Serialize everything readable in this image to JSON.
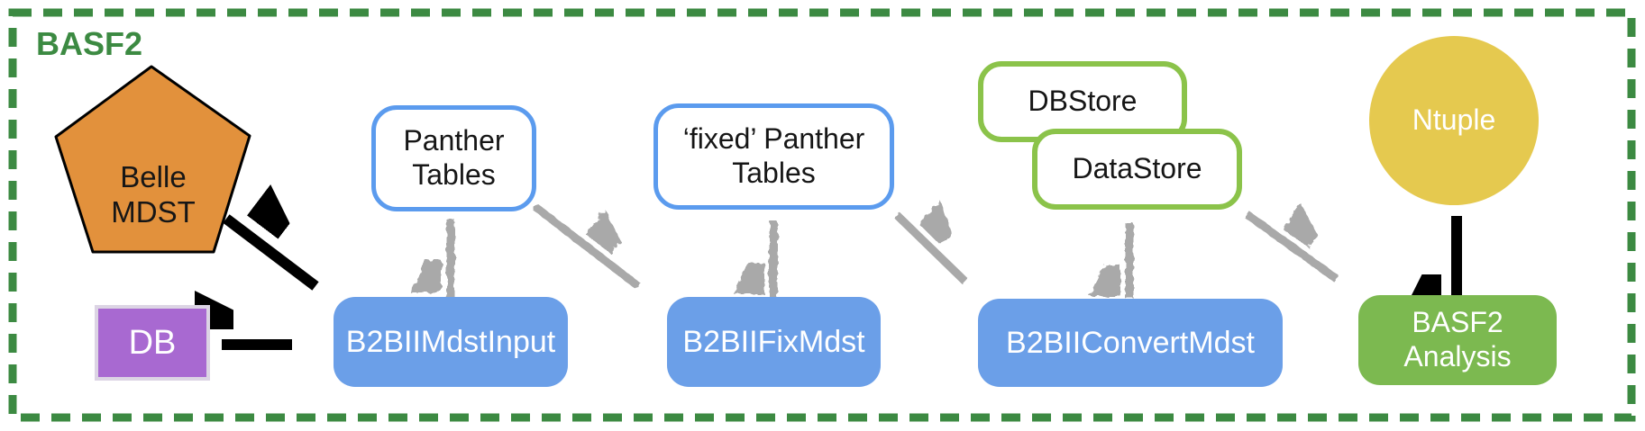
{
  "frame": {
    "label": "BASF2"
  },
  "nodes": {
    "belle_mdst": {
      "label": "Belle\nMDST",
      "shape": "pentagon"
    },
    "db": {
      "label": "DB",
      "shape": "rectangle"
    },
    "b2bii_mdst_input": {
      "label": "B2BIIMdstInput",
      "shape": "rounded-rectangle"
    },
    "panther_tables": {
      "label": "Panther\nTables",
      "shape": "rounded-rectangle-outline"
    },
    "b2bii_fix_mdst": {
      "label": "B2BIIFixMdst",
      "shape": "rounded-rectangle"
    },
    "fixed_panther_tables": {
      "label": "‘fixed’ Panther\nTables",
      "shape": "rounded-rectangle-outline"
    },
    "db_store": {
      "label": "DBStore",
      "shape": "rounded-rectangle-outline"
    },
    "data_store": {
      "label": "DataStore",
      "shape": "rounded-rectangle-outline"
    },
    "b2bii_convert_mdst": {
      "label": "B2BIIConvertMdst",
      "shape": "rounded-rectangle"
    },
    "basf2_analysis": {
      "label": "BASF2\nAnalysis",
      "shape": "rounded-rectangle"
    },
    "ntuple": {
      "label": "Ntuple",
      "shape": "circle"
    }
  },
  "connections": [
    {
      "from": "Belle MDST",
      "to": "B2BIIMdstInput",
      "style": "solid-black"
    },
    {
      "from": "DB",
      "to": "B2BIIMdstInput",
      "style": "solid-black"
    },
    {
      "from": "B2BIIMdstInput",
      "to": "Panther Tables",
      "style": "sketchy-gray"
    },
    {
      "from": "Panther Tables",
      "to": "B2BIIFixMdst",
      "style": "sketchy-gray"
    },
    {
      "from": "B2BIIFixMdst",
      "to": "'fixed' Panther Tables",
      "style": "sketchy-gray"
    },
    {
      "from": "'fixed' Panther Tables",
      "to": "B2BIIConvertMdst",
      "style": "sketchy-gray"
    },
    {
      "from": "B2BIIConvertMdst",
      "to": "DataStore",
      "style": "sketchy-gray"
    },
    {
      "from": "DataStore",
      "to": "BASF2 Analysis",
      "style": "sketchy-gray"
    },
    {
      "from": "BASF2 Analysis",
      "to": "Ntuple",
      "style": "solid-black"
    }
  ],
  "colors": {
    "frame_green": "#3C8A42",
    "process_blue": "#6B9FE8",
    "outline_blue": "#5B9BEE",
    "store_green_border": "#8BC34A",
    "analysis_green": "#7CB950",
    "pentagon_orange": "#E2913C",
    "db_purple": "#A869D1",
    "ntuple_yellow": "#E5C94F",
    "arrow_gray": "#A9A9A9",
    "arrow_black": "#000000"
  }
}
